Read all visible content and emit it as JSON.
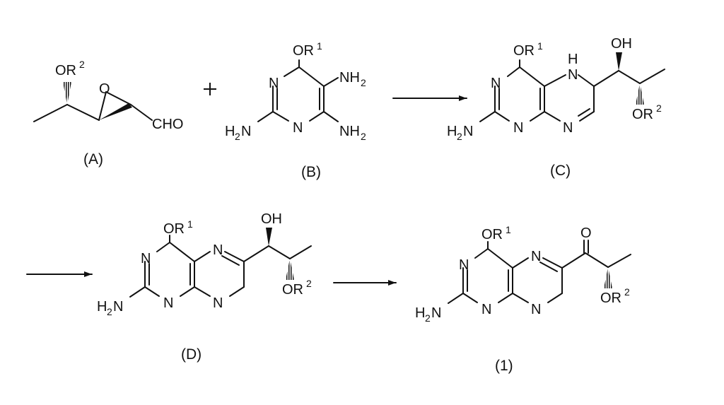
{
  "labels": {
    "A": "(A)",
    "B": "(B)",
    "C": "(C)",
    "D": "(D)",
    "one": "(1)"
  },
  "atoms": {
    "O": "O",
    "N": "N",
    "H": "H",
    "OH": "OH",
    "OR": "OR",
    "CHO": "CHO",
    "NH": "NH",
    "H2N_H2": "H",
    "H2N_N": "N",
    "sub2": "2",
    "r1": "1",
    "r2": "2"
  }
}
